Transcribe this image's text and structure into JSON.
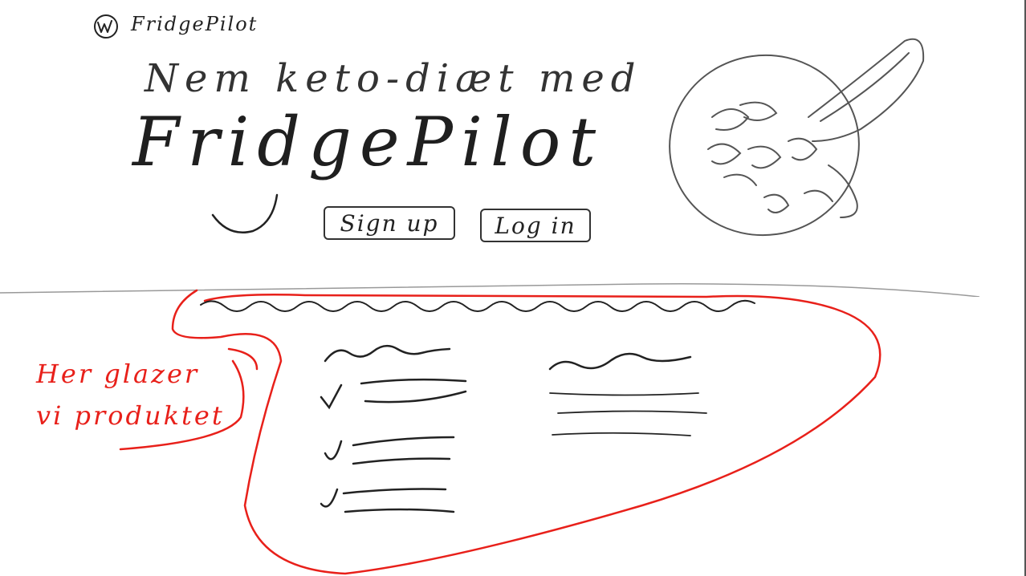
{
  "header": {
    "brand_name": "FridgePilot",
    "logo_icon": "fridgepilot-logo-icon"
  },
  "hero": {
    "subtitle": "Nem keto-diæt med",
    "title": "FridgePilot",
    "signup_label": "Sign up",
    "login_label": "Log in",
    "image_icon": "keto-dish-illustration"
  },
  "products_section": {
    "annotation": [
      "Her glazer",
      "vi produktet"
    ],
    "annotation_color": "#e8201a"
  }
}
